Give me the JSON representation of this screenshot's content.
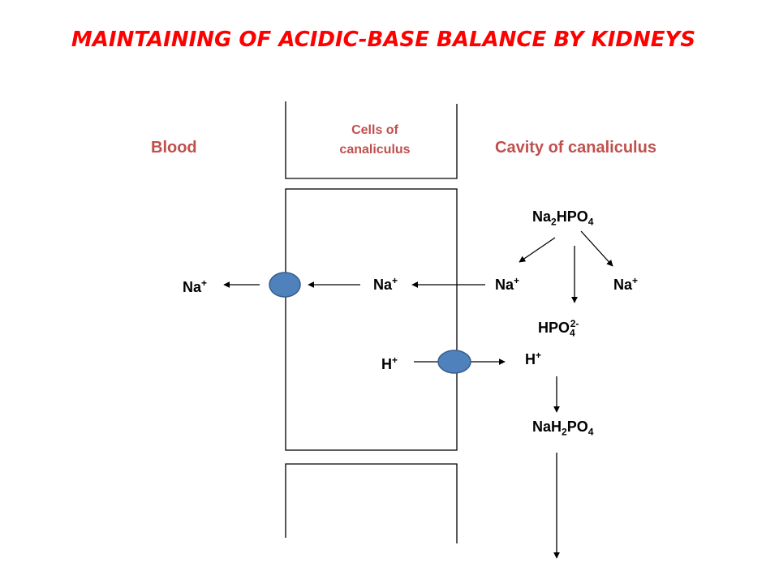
{
  "title": "MAINTAINING OF ACIDIC-BASE BALANCE BY KIDNEYS",
  "headers": {
    "blood": "Blood",
    "cells_line1": "Cells of",
    "cells_line2": "canaliculus",
    "cavity": "Cavity of canaliculus"
  },
  "species": {
    "na_plus_blood": {
      "base": "Na",
      "sup": "+"
    },
    "na_plus_cell": {
      "base": "Na",
      "sup": "+"
    },
    "na_plus_cavity1": {
      "base": "Na",
      "sup": "+"
    },
    "na_plus_cavity2": {
      "base": "Na",
      "sup": "+"
    },
    "h_plus_cell": {
      "base": "H",
      "sup": "+"
    },
    "h_plus_cavity": {
      "base": "H",
      "sup": "+"
    },
    "na2hpo4": {
      "p1": "Na",
      "s1": "2",
      "p2": "HPO",
      "s2": "4"
    },
    "hpo4": {
      "p1": "HPO",
      "s1": "4",
      "sup": "2-"
    },
    "nah2po4": {
      "p1": "NaH",
      "s1": "2",
      "p2": "PO",
      "s2": "4"
    }
  },
  "colors": {
    "title": "#ff0000",
    "labels": "#c0504d",
    "transporter_fill": "#4f81bd",
    "transporter_stroke": "#385d8a"
  }
}
